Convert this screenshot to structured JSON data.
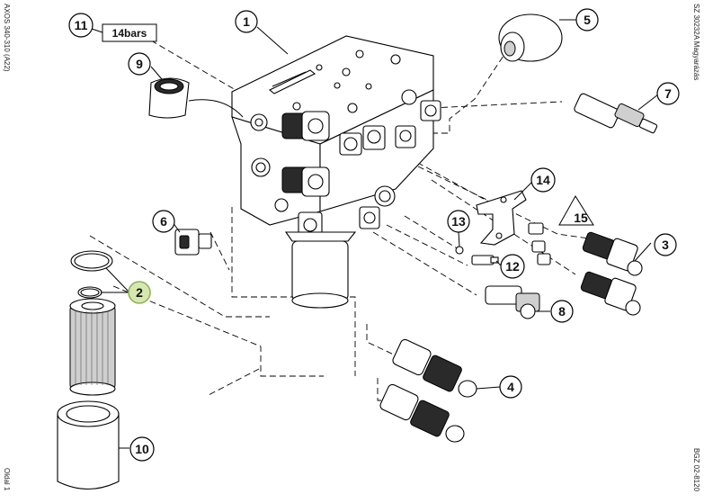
{
  "margin_text": {
    "left_top": "AXOS 340-310 (A22)",
    "left_bottom": "Oldal 1",
    "right_top": "SZ 30232A  Magyarázás",
    "right_bottom": "BGZ 02-8120"
  },
  "label_box": "14bars",
  "callouts": [
    {
      "id": "1",
      "text": "1"
    },
    {
      "id": "2",
      "text": "2"
    },
    {
      "id": "3",
      "text": "3"
    },
    {
      "id": "4",
      "text": "4"
    },
    {
      "id": "5",
      "text": "5"
    },
    {
      "id": "6",
      "text": "6"
    },
    {
      "id": "7",
      "text": "7"
    },
    {
      "id": "8",
      "text": "8"
    },
    {
      "id": "9",
      "text": "9"
    },
    {
      "id": "10",
      "text": "10"
    },
    {
      "id": "11",
      "text": "11"
    },
    {
      "id": "12",
      "text": "12"
    },
    {
      "id": "13",
      "text": "13"
    },
    {
      "id": "14",
      "text": "14"
    },
    {
      "id": "15",
      "text": "15"
    }
  ],
  "colors": {
    "line": "#000000",
    "highlight_callout_fill": "#d6e8b0",
    "highlight_callout_stroke": "#8fb35a",
    "background": "#ffffff"
  }
}
